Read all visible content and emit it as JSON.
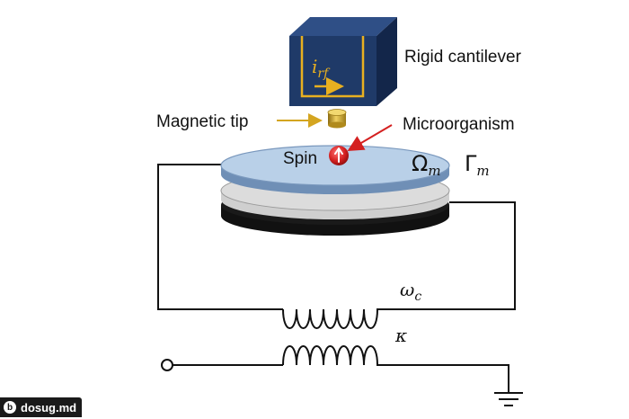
{
  "labels": {
    "rigid_cantilever": "Rigid cantilever",
    "magnetic_tip": "Magnetic tip",
    "microorganism": "Microorganism",
    "spin": "Spin",
    "omega_c_symbol": "ω",
    "omega_c_sub": "c",
    "kappa": "κ",
    "omega_m_symbol": "Ω",
    "omega_m_sub": "m",
    "gamma_m_symbol": "Γ",
    "gamma_m_sub": "m",
    "i_rf_symbol": "i",
    "i_rf_sub": "rf"
  },
  "watermark": {
    "text": "dosug.md",
    "logo_glyph": "b"
  },
  "colors": {
    "cantilever_front": "#1f3a66",
    "cantilever_top": "#2b4a7d",
    "cantilever_side": "#142848",
    "current_loop": "#e8b020",
    "tip_gold": "#c9a227",
    "disk_top": "#b8cfe6",
    "disk_edge": "#7090b8",
    "disk_middle": "#d9d9d9",
    "disk_bottom": "#111111",
    "arrow_red": "#d42020",
    "wire": "#111111"
  }
}
